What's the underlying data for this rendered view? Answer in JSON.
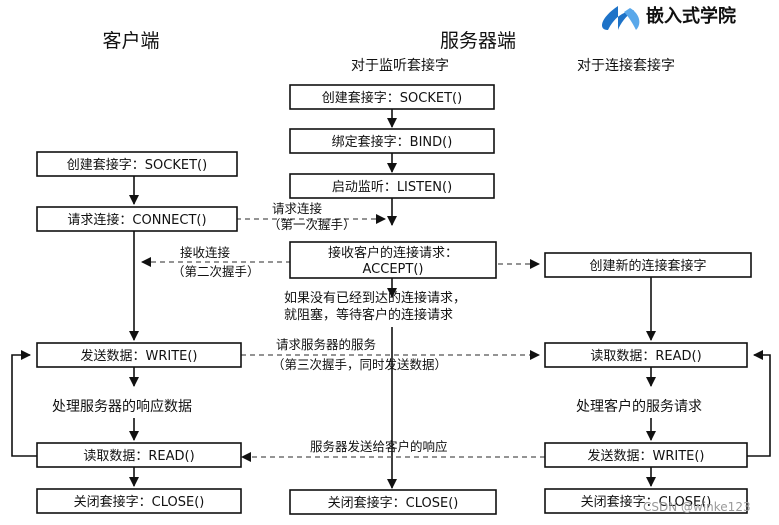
{
  "logo": {
    "text": "嵌入式学院"
  },
  "watermark": "CSDN @winke123",
  "headers": {
    "client": "客户端",
    "server": "服务器端",
    "listen_col": "对于监听套接字",
    "conn_col": "对于连接套接字"
  },
  "client": {
    "socket": "创建套接字：SOCKET()",
    "connect": "请求连接：CONNECT()",
    "write": "发送数据：WRITE()",
    "process": "处理服务器的响应数据",
    "read": "读取数据：READ()",
    "close": "关闭套接字：CLOSE()"
  },
  "server_listen": {
    "socket": "创建套接字：SOCKET()",
    "bind": "绑定套接字：BIND()",
    "listen": "启动监听：LISTEN()",
    "accept_l1": "接收客户的连接请求：",
    "accept_l2": "ACCEPT()",
    "block_l1": "如果没有已经到达的连接请求，",
    "block_l2": "就阻塞，等待客户的连接请求",
    "close": "关闭套接字：CLOSE()"
  },
  "server_conn": {
    "create": "创建新的连接套接字",
    "read": "读取数据：READ()",
    "process": "处理客户的服务请求",
    "write": "发送数据：WRITE()",
    "close": "关闭套接字：CLOSE()"
  },
  "arrows": {
    "req_l1": "请求连接",
    "req_l2": "（第一次握手）",
    "acc_l1": "接收连接",
    "acc_l2": "（第二次握手）",
    "svc_l1": "请求服务器的服务",
    "svc_l2": "（第三次握手，同时发送数据）",
    "resp": "服务器发送给客户的响应"
  }
}
